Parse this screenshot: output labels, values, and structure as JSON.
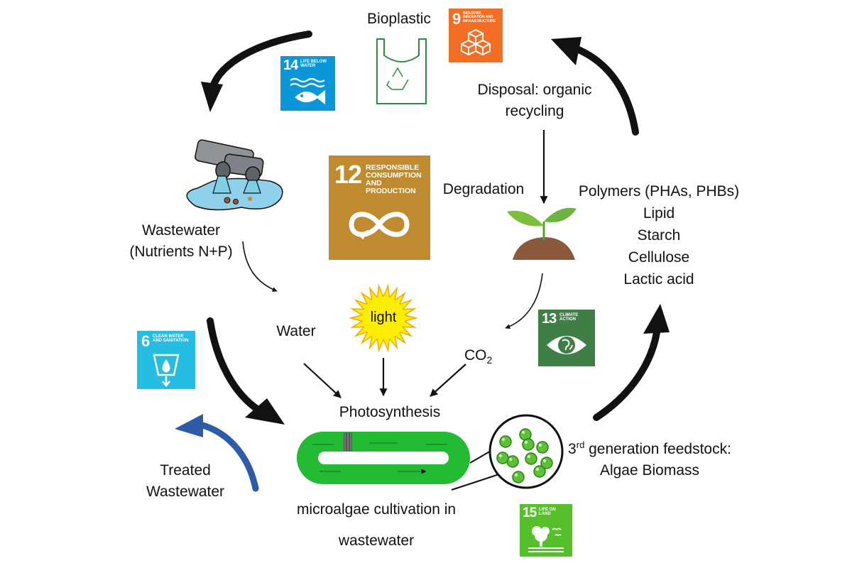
{
  "labels": {
    "bioplastic": "Bioplastic",
    "disposal_line1": "Disposal: organic",
    "disposal_line2": "recycling",
    "degradation": "Degradation",
    "wastewater_line1": "Wastewater",
    "wastewater_line2": "(Nutrients N+P)",
    "water": "Water",
    "light": "light",
    "co2_main": "CO",
    "co2_sub": "2",
    "photosynthesis": "Photosynthesis",
    "cultivation_line1": "microalgae cultivation in",
    "cultivation_line2": "wastewater",
    "treated_line1": "Treated",
    "treated_line2": "Wastewater",
    "feedstock_prefix": "3",
    "feedstock_sup": "rd",
    "feedstock_rest": " generation feedstock:",
    "feedstock_line2": "Algae Biomass"
  },
  "products": [
    "Polymers (PHAs, PHBs)",
    "Lipid",
    "Starch",
    "Cellulose",
    "Lactic acid"
  ],
  "sdgs": {
    "sdg9": {
      "number": "9",
      "title": "Industry, innovation and infrastructure",
      "color": "#F36D25",
      "icon": "cubes-icon"
    },
    "sdg14": {
      "number": "14",
      "title": "Life below water",
      "color": "#0A97D9",
      "icon": "fish-icon"
    },
    "sdg12": {
      "number": "12",
      "title": "Responsible consumption and production",
      "color": "#BF8B2E",
      "icon": "infinity-loop-icon"
    },
    "sdg13": {
      "number": "13",
      "title": "Climate action",
      "color": "#3F7E44",
      "icon": "eye-globe-icon"
    },
    "sdg6": {
      "number": "6",
      "title": "Clean water and sanitation",
      "color": "#26BDE2",
      "icon": "water-drop-icon"
    },
    "sdg15": {
      "number": "15",
      "title": "Life on land",
      "color": "#56C02B",
      "icon": "tree-bird-icon"
    }
  },
  "colors": {
    "algae_green": "#22BB33",
    "sun_yellow": "#FFEE00",
    "treated_arrow_blue": "#2E5AA7",
    "arrow_black": "#111111"
  }
}
